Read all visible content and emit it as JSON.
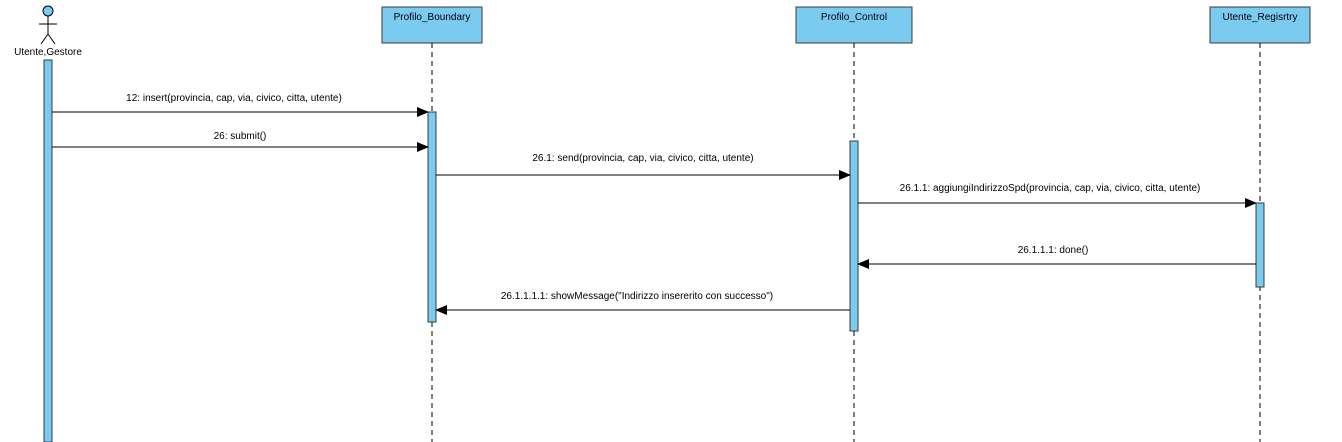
{
  "colors": {
    "participant_fill": "#7bcbf0",
    "participant_stroke": "#3a3a3a",
    "activation_fill": "#7bcbf0",
    "line": "#000000"
  },
  "actor": {
    "name": "Utente,Gestore",
    "icon": "stick-figure-icon"
  },
  "participants": [
    {
      "name": "Profilo_Boundary"
    },
    {
      "name": "Profilo_Control"
    },
    {
      "name": "Utente_Regisrtry"
    }
  ],
  "messages": [
    {
      "label": "12: insert(provincia, cap, via, civico, citta, utente)"
    },
    {
      "label": "26: submit()"
    },
    {
      "label": "26.1: send(provincia, cap, via, civico, citta, utente)"
    },
    {
      "label": "26.1.1: aggiungiIndirizzoSpd(provincia, cap, via, civico, citta, utente)"
    },
    {
      "label": "26.1.1.1: done()"
    },
    {
      "label": "26.1.1.1.1: showMessage(\"Indirizzo insererito con successo\")"
    }
  ]
}
